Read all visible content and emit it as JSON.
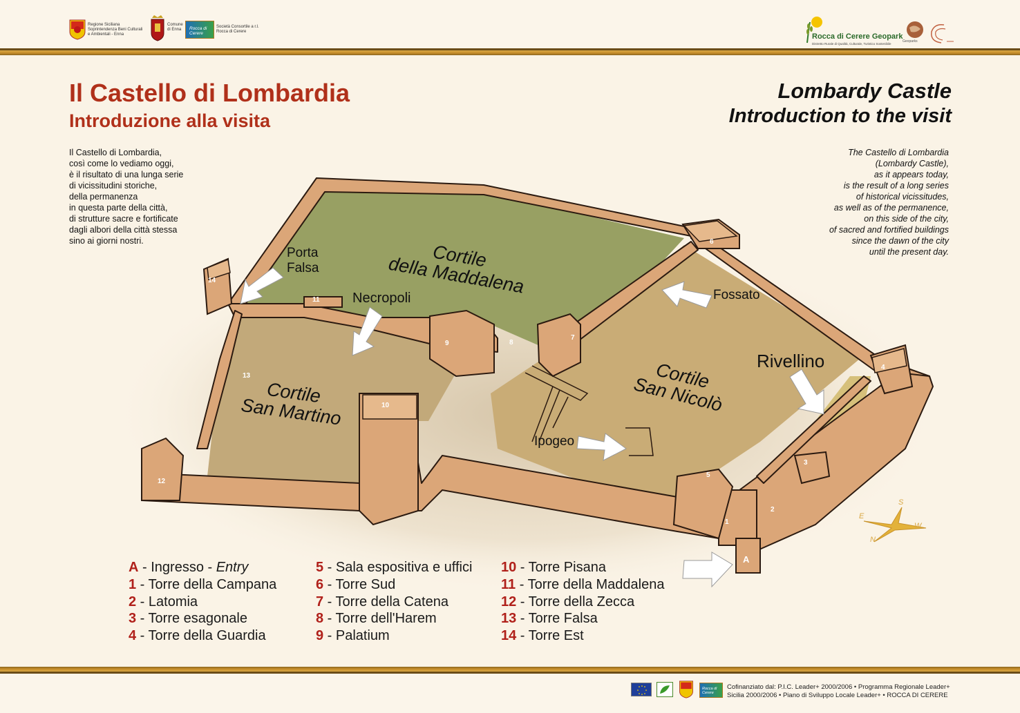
{
  "header": {
    "logo_regione_text": [
      "Regione Siciliana",
      "Soprintendenza Beni Culturali",
      "e Ambientali - Enna"
    ],
    "logo_comune_text": [
      "Comune",
      "di Enna"
    ],
    "logo_consorzio_text": [
      "Società Consortile a r.l.",
      "Rocca di Cerere"
    ],
    "logo_consorzio_badge": "Rocca di Cerere",
    "geopark_name": "Rocca di Cerere Geopark",
    "geopark_tagline": "Distretto Rurale di Qualità, Culturale, Turistico Sostenibile",
    "geoparks_label": "Geoparks"
  },
  "title": {
    "it_main": "Il Castello di Lombardia",
    "it_sub": "Introduzione alla visita",
    "en_main": "Lombardy Castle",
    "en_sub": "Introduction to the visit"
  },
  "intro_it": [
    "Il Castello di Lombardia,",
    "così come lo vediamo oggi,",
    "è il risultato di una lunga serie",
    "di vicissitudini storiche,",
    "della permanenza",
    "in questa parte della città,",
    "di strutture sacre e fortificate",
    "dagli albori della città stessa",
    "sino ai giorni nostri."
  ],
  "intro_en": [
    "The Castello di Lombardia",
    "(Lombardy Castle),",
    "as it appears today,",
    "is the result of a long series",
    "of historical vicissitudes,",
    "as well as of the permanence,",
    "on this side of the city,",
    "of sacred and fortified buildings",
    "since the dawn of the city",
    "until the present day."
  ],
  "map": {
    "courtyards": {
      "maddalena": [
        "Cortile",
        "della Maddalena"
      ],
      "martino": [
        "Cortile",
        "San Martino"
      ],
      "nicolo": [
        "Cortile",
        "San Nicolò"
      ]
    },
    "labels": {
      "porta_falsa": [
        "Porta",
        "Falsa"
      ],
      "necropoli": "Necropoli",
      "fossato": "Fossato",
      "rivellino": "Rivellino",
      "ipogeo": "Ipogeo"
    },
    "numbers": {
      "n1": "1",
      "n2": "2",
      "n3": "3",
      "n4": "4",
      "n5": "5",
      "n6": "6",
      "n7": "7",
      "n8": "8",
      "n9": "9",
      "n10": "10",
      "n11": "11",
      "n12": "12",
      "n13": "13",
      "n14": "14",
      "nA": "A"
    },
    "compass": {
      "s": "S",
      "e": "E",
      "n": "N",
      "w": "W"
    }
  },
  "legend": {
    "col1": [
      {
        "key": "A",
        "text": " - Ingresso - ",
        "italic": "Entry"
      },
      {
        "key": "1",
        "text": " - Torre della Campana"
      },
      {
        "key": "2",
        "text": " - Latomia"
      },
      {
        "key": "3",
        "text": " - Torre esagonale"
      },
      {
        "key": "4",
        "text": " - Torre della Guardia"
      }
    ],
    "col2": [
      {
        "key": "5",
        "text": " - Sala espositiva e uffici"
      },
      {
        "key": "6",
        "text": " - Torre Sud"
      },
      {
        "key": "7",
        "text": " - Torre della Catena"
      },
      {
        "key": "8",
        "text": " - Torre dell'Harem"
      },
      {
        "key": "9",
        "text": " - Palatium"
      }
    ],
    "col3": [
      {
        "key": "10",
        "text": " - Torre Pisana"
      },
      {
        "key": "11",
        "text": " - Torre della Maddalena"
      },
      {
        "key": "12",
        "text": " - Torre della Zecca"
      },
      {
        "key": "13",
        "text": " - Torre Falsa"
      },
      {
        "key": "14",
        "text": " - Torre Est"
      }
    ]
  },
  "footer": {
    "cofinanziato": [
      "Cofinanziato dal: P.I.C. Leader+ 2000/2006 • Programma Regionale Leader+",
      "Sicilia 2000/2006 • Piano di Sviluppo Locale Leader+ • ROCCA DI CERERE"
    ],
    "badge": "Rocca di Cerere"
  },
  "colors": {
    "title_red": "#b0301a",
    "legend_key_red": "#b0201a",
    "wall": "#d9a374",
    "courtyard_green": "#98a063",
    "courtyard_sand": "#c9ad7a",
    "band_gold": "#c48a28"
  }
}
